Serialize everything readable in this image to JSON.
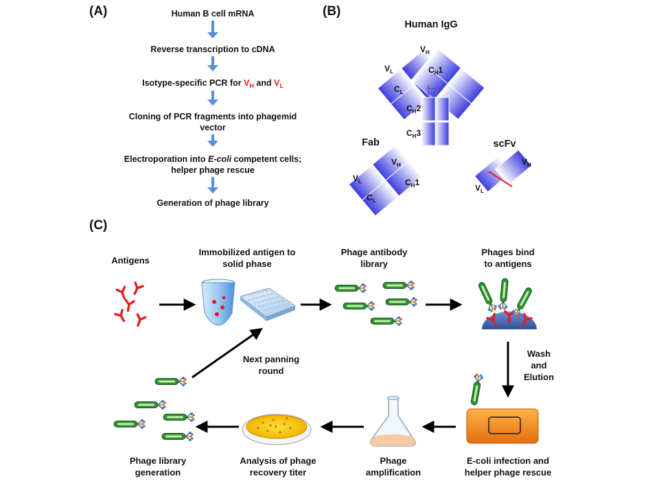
{
  "panel_a": {
    "label": "(A)",
    "steps": [
      {
        "lines": [
          "Human B cell mRNA"
        ]
      },
      {
        "lines": [
          "Reverse transcription to cDNA"
        ]
      },
      {
        "lines": [
          "Isotype-specific PCR for V",
          " and V"
        ]
      },
      {
        "lines": [
          "Cloning of PCR fragments into phagemid",
          "vector"
        ]
      },
      {
        "lines": [
          "Electroporation into E-coli competent cells;",
          "helper phage rescue"
        ]
      },
      {
        "lines": [
          "Generation of phage library"
        ]
      }
    ],
    "pcr_prefix": "Isotype-specific PCR for ",
    "pcr_vh": "V",
    "pcr_vh_sub": "H",
    "pcr_and": " and ",
    "pcr_vl": "V",
    "pcr_vl_sub": "L",
    "elec_prefix": "Electroporation into ",
    "elec_italic": "E-coli",
    "elec_suffix": " competent cells;",
    "elec_line2": "helper phage rescue",
    "clon_line1": "Cloning of PCR fragments into phagemid",
    "clon_line2": "vector",
    "arrow_color": "#5b8fd6"
  },
  "panel_b": {
    "label": "(B)",
    "igg_title": "Human IgG",
    "fab_title": "Fab",
    "scfv_title": "scFv",
    "v": "V",
    "c": "C",
    "sub_h": "H",
    "sub_l": "L",
    "d1": "1",
    "d2": "2",
    "d3": "3",
    "domain_color": "#3a3adf"
  },
  "panel_c": {
    "label": "(C)",
    "antigens": [
      "Antigens"
    ],
    "immobilized": [
      "Immobilized antigen to",
      "solid phase"
    ],
    "library": [
      "Phage antibody",
      "library"
    ],
    "bind": [
      "Phages bind",
      "to antigens"
    ],
    "wash": [
      "Wash",
      "and",
      "Elution"
    ],
    "infection": [
      "E-coli infection and",
      "helper phage rescue"
    ],
    "amplification": [
      "Phage",
      "amplification"
    ],
    "titer": [
      "Analysis of phage",
      "recovery titer"
    ],
    "generation": [
      "Phage library",
      "generation"
    ],
    "next": [
      "Next panning",
      "round"
    ]
  }
}
